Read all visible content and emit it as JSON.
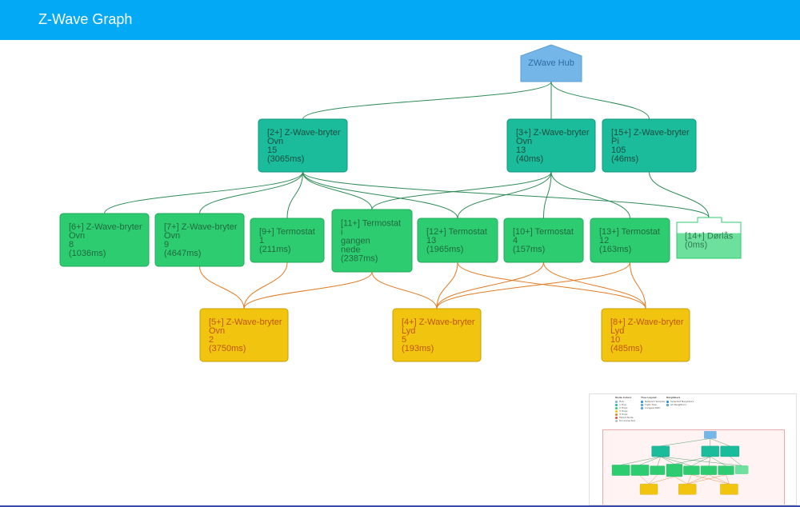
{
  "header": {
    "title": "Z-Wave Graph"
  },
  "colors": {
    "topbar": "#03a9f4",
    "hub_fill": "#75b6e8",
    "hub_stroke": "#5a9fd3",
    "hub_text": "#2e6aa3",
    "hop1_fill": "#1abc9c",
    "hop1_stroke": "#13967c",
    "hop1_text": "#1b4d40",
    "hop2_fill": "#2ecc71",
    "hop2_stroke": "#24a85c",
    "hop2_text": "#1e6b3d",
    "hop3_fill": "#f1c40f",
    "hop3_stroke": "#c99f0b",
    "hop3_text": "#c0560d",
    "failed_fill": "#6ee09e",
    "failed_stroke": "#2ecc71",
    "failed_text": "#2f7a4d",
    "green_edge": "#2e8b57",
    "orange_edge": "#e07b24"
  },
  "graph": {
    "nodes": [
      {
        "id": "hub",
        "kind": "hub",
        "lines": [
          "ZWave Hub"
        ]
      },
      {
        "id": "n2",
        "kind": "hop1",
        "lines": [
          "[2+] Z-Wave-bryter",
          "Ovn",
          "15",
          "(3065ms)"
        ]
      },
      {
        "id": "n3",
        "kind": "hop1",
        "lines": [
          "[3+] Z-Wave-bryter",
          "Ovn",
          "13",
          "(40ms)"
        ]
      },
      {
        "id": "n15",
        "kind": "hop1",
        "lines": [
          "[15+] Z-Wave-bryter",
          "Pi",
          "105",
          "(46ms)"
        ]
      },
      {
        "id": "n6",
        "kind": "hop2",
        "lines": [
          "[6+] Z-Wave-bryter",
          "Ovn",
          "8",
          "(1036ms)"
        ]
      },
      {
        "id": "n7",
        "kind": "hop2",
        "lines": [
          "[7+] Z-Wave-bryter",
          "Ovn",
          "9",
          "(4647ms)"
        ]
      },
      {
        "id": "n9",
        "kind": "hop2",
        "lines": [
          "[9+] Termostat",
          "1",
          "(211ms)"
        ]
      },
      {
        "id": "n11",
        "kind": "hop2",
        "lines": [
          "[11+] Termostat",
          "i",
          "gangen",
          "nede",
          "(2387ms)"
        ]
      },
      {
        "id": "n12",
        "kind": "hop2",
        "lines": [
          "[12+] Termostat",
          "13",
          "(1965ms)"
        ]
      },
      {
        "id": "n10",
        "kind": "hop2",
        "lines": [
          "[10+] Termostat",
          "4",
          "(157ms)"
        ]
      },
      {
        "id": "n13",
        "kind": "hop2",
        "lines": [
          "[13+] Termostat",
          "12",
          "(163ms)"
        ]
      },
      {
        "id": "n14",
        "kind": "failed",
        "lines": [
          "[14+] Dørlås",
          "(0ms)"
        ]
      },
      {
        "id": "n5",
        "kind": "hop3",
        "lines": [
          "[5+] Z-Wave-bryter",
          "Ovn",
          "2",
          "(3750ms)"
        ]
      },
      {
        "id": "n4",
        "kind": "hop3",
        "lines": [
          "[4+] Z-Wave-bryter",
          "Lyd",
          "5",
          "(193ms)"
        ]
      },
      {
        "id": "n8",
        "kind": "hop3",
        "lines": [
          "[8+] Z-Wave-bryter",
          "Lyd",
          "10",
          "(485ms)"
        ]
      }
    ],
    "edges": [
      {
        "from": "hub",
        "to": "n2",
        "kind": "green"
      },
      {
        "from": "hub",
        "to": "n3",
        "kind": "green"
      },
      {
        "from": "hub",
        "to": "n15",
        "kind": "green"
      },
      {
        "from": "n2",
        "to": "n6",
        "kind": "green"
      },
      {
        "from": "n2",
        "to": "n7",
        "kind": "green"
      },
      {
        "from": "n2",
        "to": "n9",
        "kind": "green"
      },
      {
        "from": "n2",
        "to": "n11",
        "kind": "green"
      },
      {
        "from": "n2",
        "to": "n12",
        "kind": "green"
      },
      {
        "from": "n2",
        "to": "n14",
        "kind": "green"
      },
      {
        "from": "n3",
        "to": "n11",
        "kind": "green"
      },
      {
        "from": "n3",
        "to": "n12",
        "kind": "green"
      },
      {
        "from": "n3",
        "to": "n10",
        "kind": "green"
      },
      {
        "from": "n3",
        "to": "n13",
        "kind": "green"
      },
      {
        "from": "n15",
        "to": "n14",
        "kind": "green"
      },
      {
        "from": "n7",
        "to": "n5",
        "kind": "orange"
      },
      {
        "from": "n9",
        "to": "n5",
        "kind": "orange"
      },
      {
        "from": "n11",
        "to": "n5",
        "kind": "orange"
      },
      {
        "from": "n11",
        "to": "n4",
        "kind": "orange"
      },
      {
        "from": "n12",
        "to": "n4",
        "kind": "orange"
      },
      {
        "from": "n10",
        "to": "n4",
        "kind": "orange"
      },
      {
        "from": "n13",
        "to": "n4",
        "kind": "orange"
      },
      {
        "from": "n12",
        "to": "n8",
        "kind": "orange"
      },
      {
        "from": "n10",
        "to": "n8",
        "kind": "orange"
      },
      {
        "from": "n13",
        "to": "n8",
        "kind": "orange"
      }
    ]
  },
  "minimap": {
    "legend": {
      "node_colors_title": "Node Colors",
      "node_colors": [
        {
          "label": "Hub",
          "color": "#75b6e8"
        },
        {
          "label": "1 Hop",
          "color": "#1abc9c"
        },
        {
          "label": "2 Hops",
          "color": "#2ecc71"
        },
        {
          "label": "3 Hops",
          "color": "#f1c40f"
        },
        {
          "label": "4 Hops",
          "color": "#e67e22"
        },
        {
          "label": "Failed Node",
          "color": "#e74c3c"
        },
        {
          "label": "Unconnected",
          "color": "#bbbbbb"
        }
      ],
      "tree_layout_title": "Tree Layout",
      "tree_layout": [
        "Network Simplex",
        "Tight Tree",
        "Longest Path"
      ],
      "neighbors_title": "Neighbors",
      "neighbors": [
        "Selected Neighbors",
        "All Neighbors"
      ]
    }
  }
}
